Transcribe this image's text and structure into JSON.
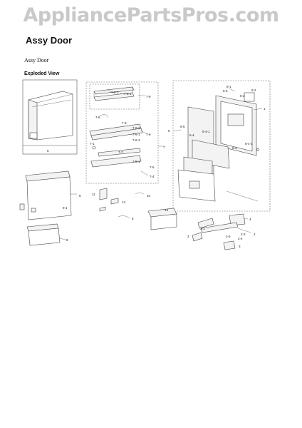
{
  "watermark": "AppliancePartsPros.com",
  "page_title": "Assy Door",
  "subtitle": "Assy Door",
  "section_title": "Exploded View",
  "part_labels": {
    "l6": "6",
    "l9": "9",
    "l9_1": "9-1",
    "l8": "8",
    "l7": "7",
    "l7_9": "7-9",
    "l7_8_3": "7-8-3",
    "l7_8_1": "7-8-1",
    "l7_6a": "7-6",
    "l7_3": "7-3",
    "l7_6_2": "7-6-2",
    "l7_6_1": "7-6-1",
    "l7_6b": "7-6",
    "l7_6_3": "7-6-3",
    "l7_1": "7-1",
    "l7_7": "7-7",
    "l7_5_1": "7-5-1",
    "l7_5": "7-5",
    "l7_4": "7-4",
    "l5": "5",
    "l5_5": "5-5",
    "l5_4": "5-4",
    "l5_4_1": "5-4-1",
    "l1": "1",
    "l6_1": "6-1",
    "l6_2": "6-2",
    "l6_3": "6-3",
    "l5_2": "5-2",
    "l6_4": "6-4",
    "l6_4_1": "6-4-1",
    "l11": "11",
    "l12": "12",
    "l10": "10",
    "l5b": "5",
    "l13": "13",
    "l4": "4",
    "l2": "2",
    "l2_3": "2-3",
    "l2_4": "2-4",
    "l2_5": "2-5",
    "l3a": "3",
    "l3b": "3",
    "l3_1": "3-1"
  }
}
